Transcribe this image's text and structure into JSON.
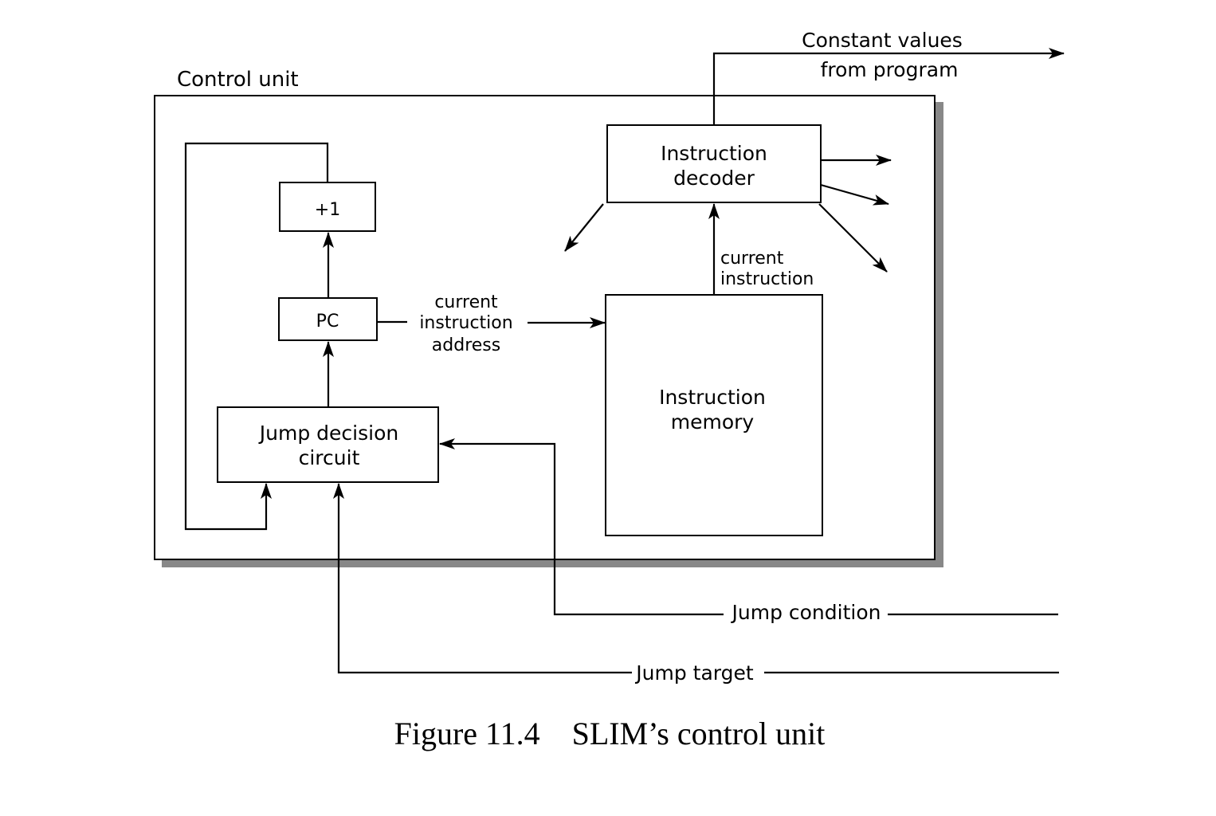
{
  "figure": {
    "container_label": "Control unit",
    "caption": "Figure 11.4    SLIM’s control unit",
    "colors": {
      "line": "#000000",
      "shadow": "#888888",
      "background": "#ffffff"
    }
  },
  "blocks": {
    "increment": {
      "label": [
        "+1"
      ]
    },
    "pc": {
      "label": [
        "PC"
      ]
    },
    "jump_decision": {
      "label": [
        "Jump decision",
        "circuit"
      ]
    },
    "instruction_decoder": {
      "label": [
        "Instruction",
        "decoder"
      ]
    },
    "instruction_memory": {
      "label": [
        "Instruction",
        "memory"
      ]
    }
  },
  "signals": {
    "current_instruction_address": [
      "current",
      "instruction",
      "address"
    ],
    "current_instruction": [
      "current",
      "instruction"
    ],
    "constant_values": [
      "Constant values",
      "from program"
    ],
    "jump_condition": "Jump condition",
    "jump_target": "Jump target"
  }
}
